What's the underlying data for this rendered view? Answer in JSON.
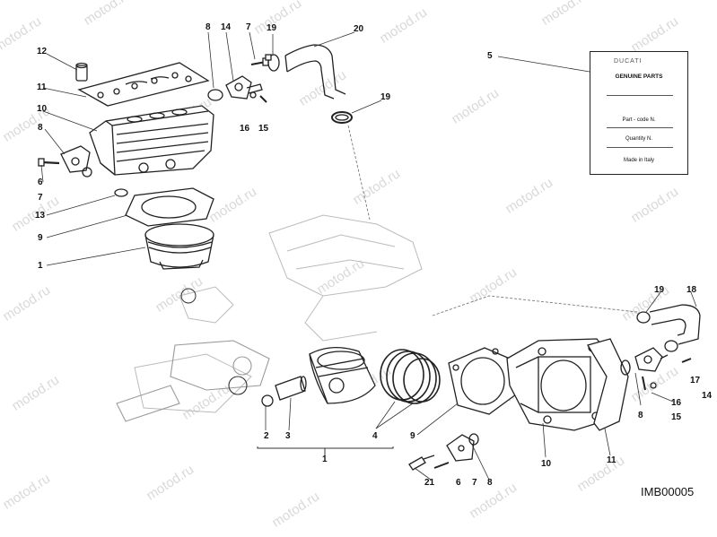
{
  "watermark": "motod.ru",
  "diagram_code": "IMB00005",
  "parts_tag": {
    "brand": "DUCATI",
    "heading": "GENUINE PARTS",
    "part_code_label": "Part - code N.",
    "quantity_label": "Quantity N.",
    "origin_label": "Made in Italy"
  },
  "callouts": {
    "c12": "12",
    "c11": "11",
    "c10": "10",
    "c8a": "8",
    "c6a": "6",
    "c7a": "7",
    "c13": "13",
    "c9a": "9",
    "c1a": "1",
    "c8top": "8",
    "c14top": "14",
    "c7top": "7",
    "c19top": "19",
    "c20": "20",
    "c16top": "16",
    "c15top": "15",
    "c19mid": "19",
    "c5": "5",
    "c19r": "19",
    "c18": "18",
    "c17": "17",
    "c14r": "14",
    "c16r": "16",
    "c15r": "15",
    "c8r": "8",
    "c11b": "11",
    "c10b": "10",
    "c9b": "9",
    "c2": "2",
    "c3": "3",
    "c1b": "1",
    "c4": "4",
    "c21": "21",
    "c6b": "6",
    "c7b": "7",
    "c8b": "8"
  }
}
